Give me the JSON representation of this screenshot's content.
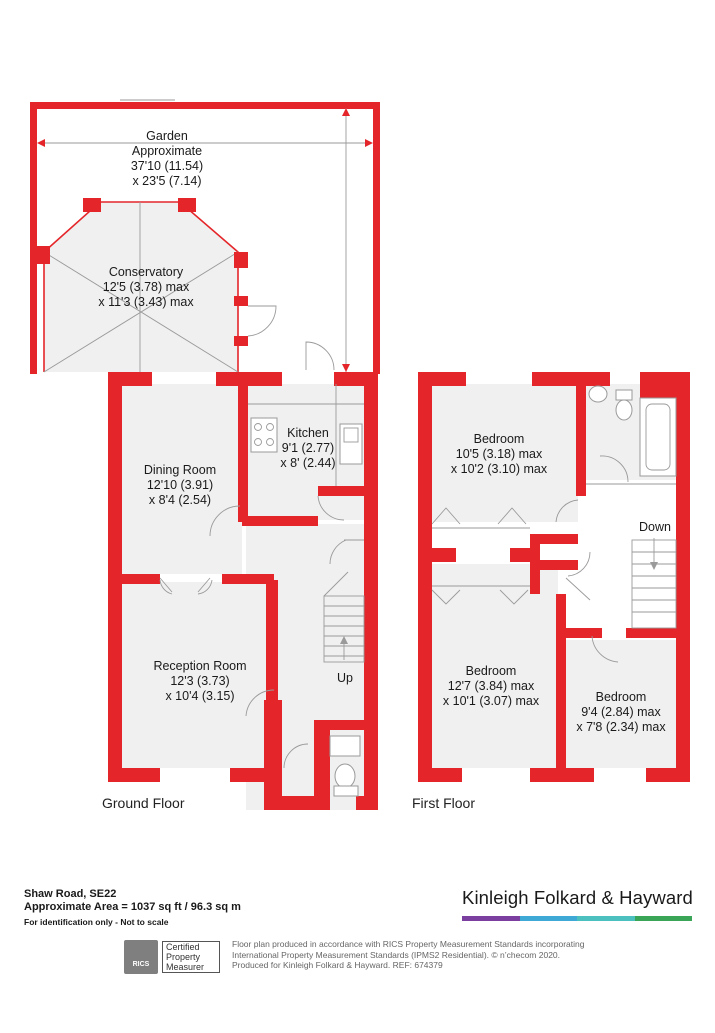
{
  "rooms": {
    "garden": {
      "title": "Garden",
      "line1": "Approximate",
      "line2": "37'10 (11.54)",
      "line3": "x 23'5 (7.14)"
    },
    "conservatory": {
      "title": "Conservatory",
      "line1": "12'5 (3.78) max",
      "line2": "x 11'3 (3.43) max"
    },
    "kitchen": {
      "title": "Kitchen",
      "line1": "9'1 (2.77)",
      "line2": "x 8' (2.44)"
    },
    "dining": {
      "title": "Dining Room",
      "line1": "12'10 (3.91)",
      "line2": "x 8'4 (2.54)"
    },
    "reception": {
      "title": "Reception Room",
      "line1": "12'3 (3.73)",
      "line2": "x 10'4 (3.15)"
    },
    "bedroom1": {
      "title": "Bedroom",
      "line1": "10'5 (3.18) max",
      "line2": "x 10'2 (3.10) max"
    },
    "bedroom2": {
      "title": "Bedroom",
      "line1": "12'7 (3.84) max",
      "line2": "x 10'1 (3.07) max"
    },
    "bedroom3": {
      "title": "Bedroom",
      "line1": "9'4 (2.84) max",
      "line2": "x 7'8 (2.34) max"
    }
  },
  "stairs": {
    "up": "Up",
    "down": "Down"
  },
  "floors": {
    "ground": "Ground Floor",
    "first": "First Floor"
  },
  "footer": {
    "address": "Shaw Road, SE22",
    "area": "Approximate Area = 1037 sq ft / 96.3 sq m",
    "note": "For identification only - Not to scale",
    "brand": "Kinleigh Folkard & Hayward",
    "brand_colors": [
      "#7b3fa0",
      "#3fa9d5",
      "#4cbfbf",
      "#3aa457"
    ],
    "rics_seal": "RICS",
    "rics_line1": "Certified",
    "rics_line2": "Property",
    "rics_line3": "Measurer",
    "disclaimer1": "Floor plan produced in accordance with RICS Property Measurement Standards incorporating",
    "disclaimer2": "International Property Measurement Standards (IPMS2 Residential).  © n’checom 2020.",
    "disclaimer3": "Produced for Kinleigh Folkard & Hayward.   REF: 674379"
  },
  "colors": {
    "wall": "#e4262a",
    "floor": "#f0f0f0",
    "fixture": "#9a9a9a"
  }
}
